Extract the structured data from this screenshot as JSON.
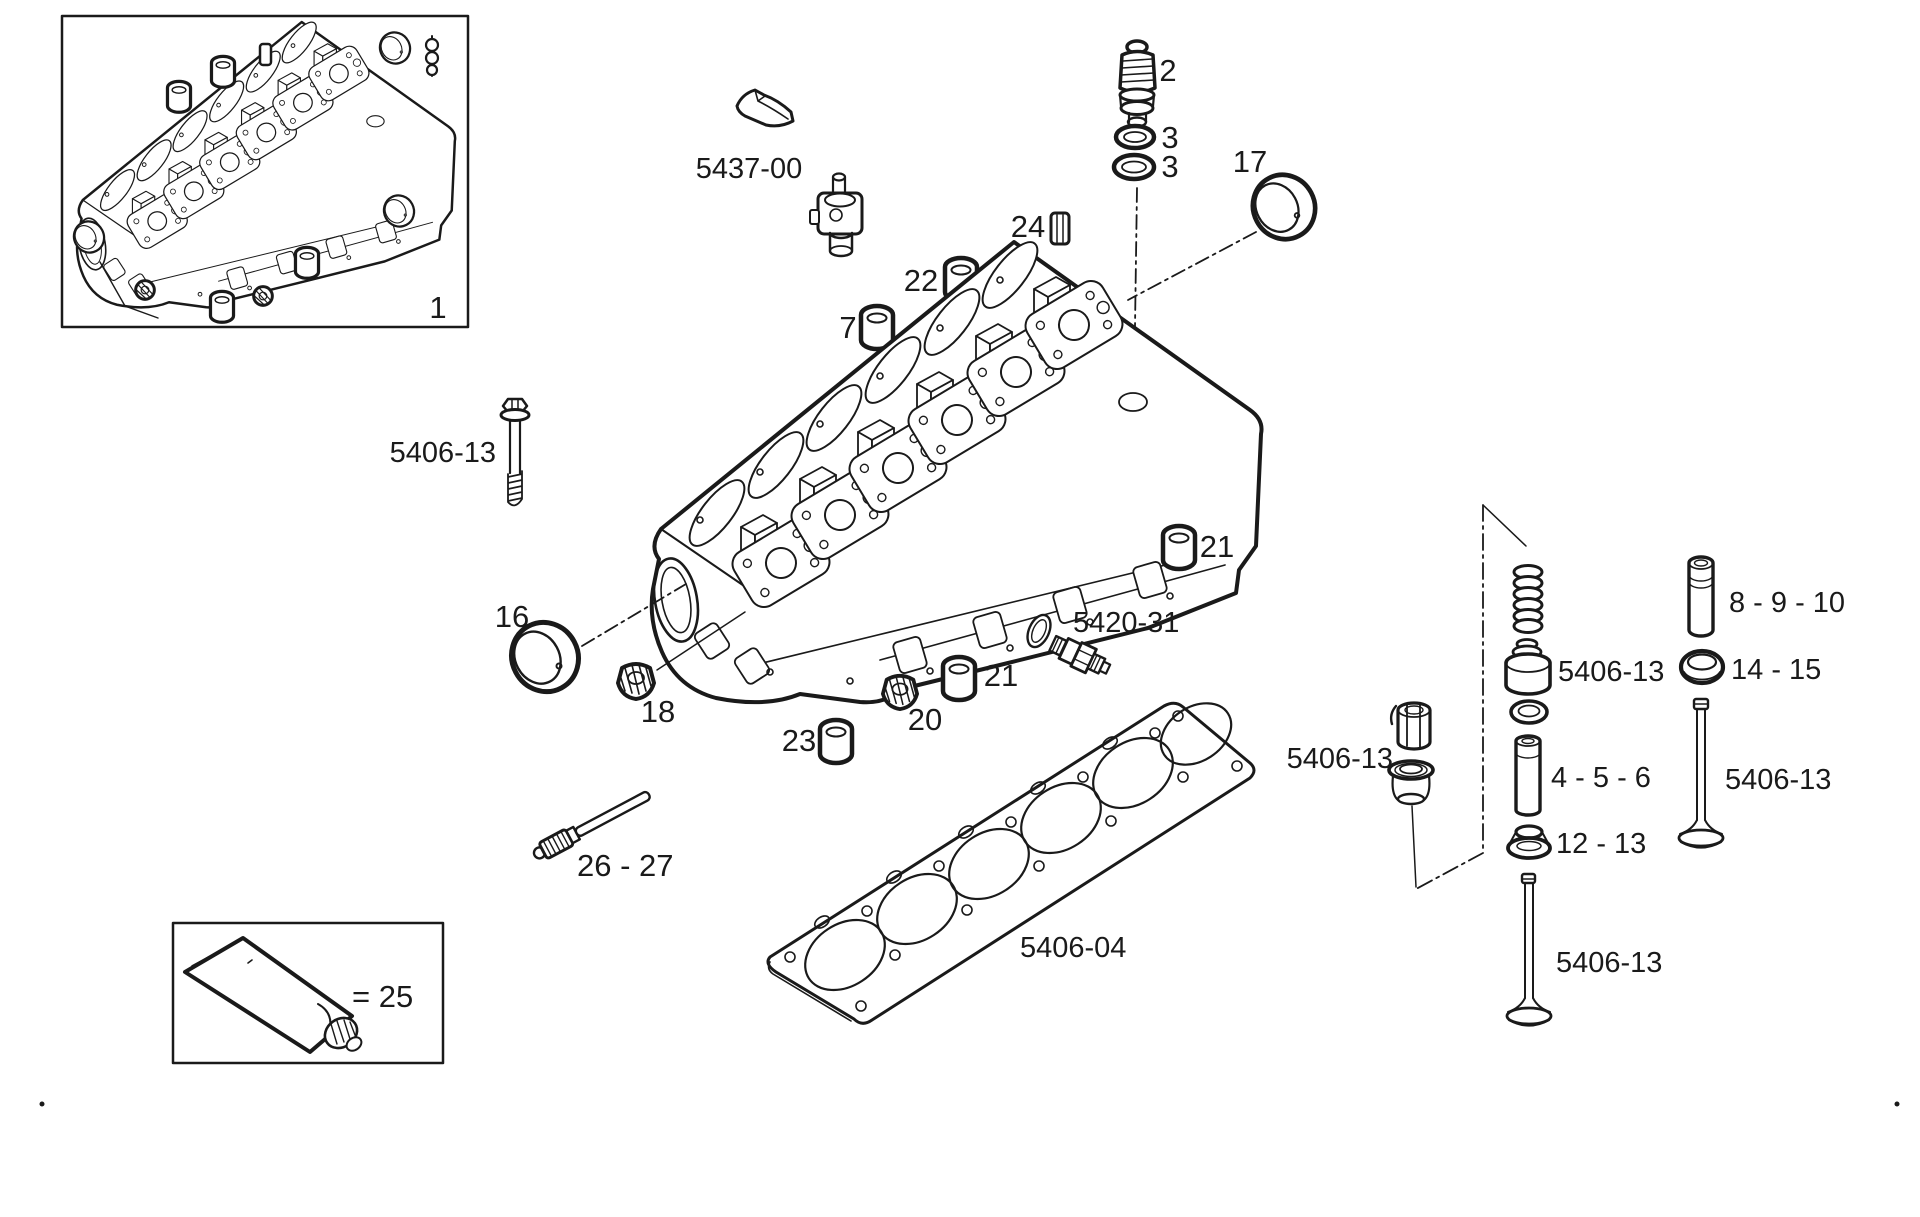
{
  "figure": {
    "type": "exploded-parts-diagram",
    "subject": "6-cylinder engine cylinder head assembly",
    "background": "#ffffff",
    "line_color": "#1a1a1a"
  },
  "inset": {
    "callout": "1"
  },
  "callouts": {
    "injector_sleeve": "2",
    "oring_upper": "3",
    "oring_lower": "3",
    "valve_guide_group": "4 - 5 - 6",
    "cup_plug_7": "7",
    "valve_stem_group": "8 - 9 - 10",
    "valve_seal_group": "12 - 13",
    "valve_seat_group": "14 - 15",
    "cam_bushing_front": "16",
    "cam_bushing_rear": "17",
    "threaded_plug_18": "18",
    "threaded_plug_20": "20",
    "cup_plug_21_rear": "21",
    "cup_plug_21_front": "21",
    "cup_plug_22": "22",
    "cup_plug_23": "23",
    "dowel_24": "24",
    "sealant_25": "= 25",
    "stud_group_26_27": "26 - 27"
  },
  "part_codes": {
    "bracket_group": "5437-00",
    "head_bolt": "5406-13",
    "sensor": "5420-31",
    "head_gasket": "5406-04",
    "collet_group": "5406-13",
    "spring_retainer": "5406-13",
    "valve_right": "5406-13",
    "valve_left": "5406-13"
  }
}
